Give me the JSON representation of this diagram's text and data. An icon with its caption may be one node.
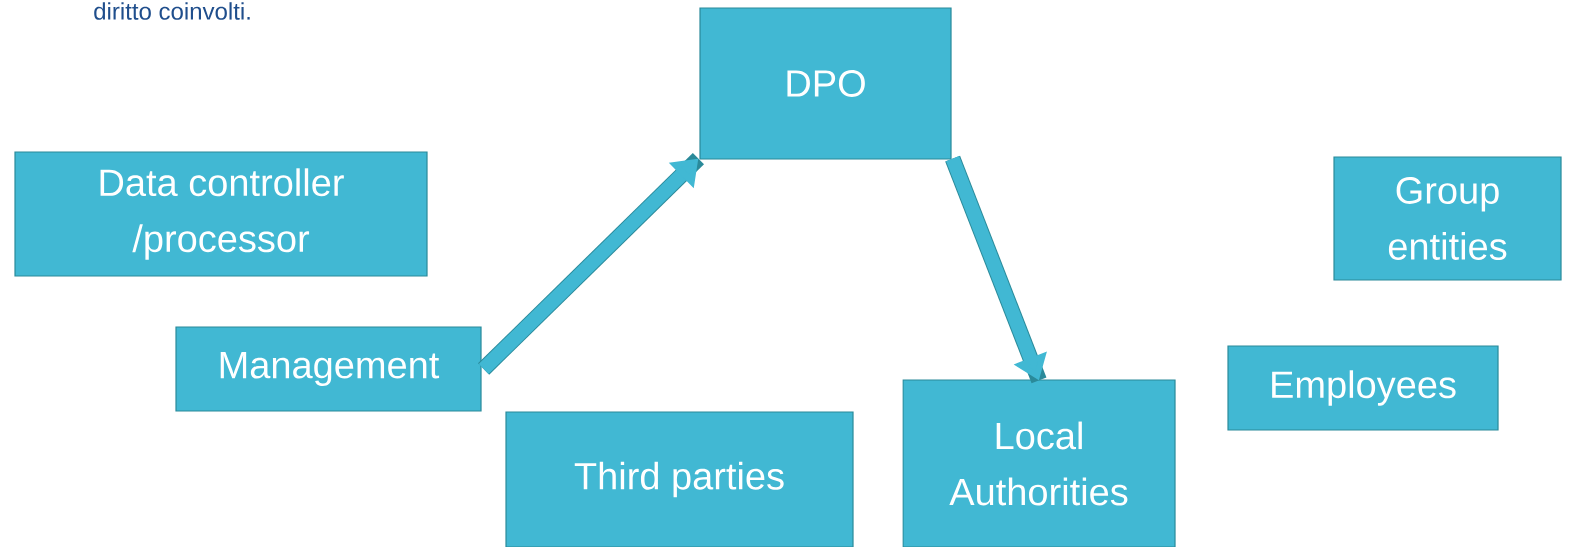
{
  "diagram": {
    "nodes": [
      {
        "text": [
          "DPO"
        ]
      },
      {
        "text": [
          "Data controller /processor"
        ]
      },
      {
        "text": [
          "Group entities"
        ]
      },
      {
        "text": [
          "Management"
        ]
      },
      {
        "text": [
          "Employees"
        ]
      },
      {
        "text": [
          "Local Authorities"
        ]
      },
      {
        "text": [
          "Third parties"
        ]
      }
    ],
    "edges": [
      {
        "from": 3,
        "to": 0,
        "arrow": "to"
      },
      {
        "from": 0,
        "to": 5,
        "arrow": "to"
      }
    ],
    "labels": [
      "diritto coinvolti."
    ]
  }
}
